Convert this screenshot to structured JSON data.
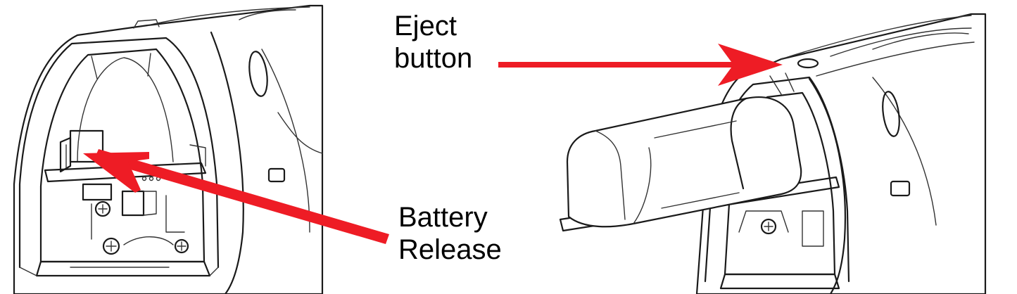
{
  "labels": {
    "eject_line1": "Eject",
    "eject_line2": "button",
    "release_line1": "Battery",
    "release_line2": "Release"
  },
  "colors": {
    "arrow": "#ee1c25",
    "line_art": "#1a1a1a",
    "background": "#ffffff"
  }
}
